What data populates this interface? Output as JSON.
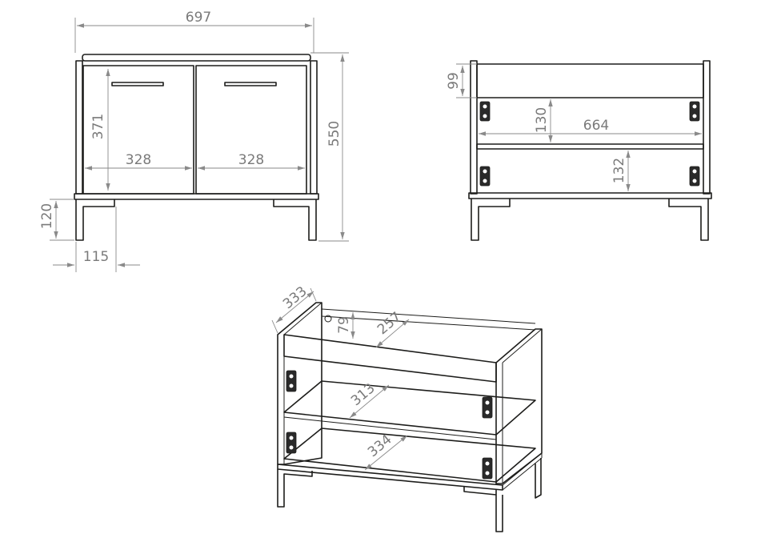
{
  "diagram": {
    "front_view": {
      "dims": {
        "overall_width": "697",
        "door_height": "371",
        "door_width_left": "328",
        "door_width_right": "328",
        "overall_height": "550",
        "leg_height": "120",
        "leg_inset": "115"
      }
    },
    "open_view": {
      "dims": {
        "top_section": "99",
        "shelf_gap_upper": "130",
        "inner_width": "664",
        "shelf_gap_lower": "132"
      }
    },
    "iso_view": {
      "dims": {
        "depth": "333",
        "top_section": "79",
        "top_depth": "257",
        "shelf_depth_upper": "313",
        "shelf_depth_lower": "334"
      }
    }
  }
}
